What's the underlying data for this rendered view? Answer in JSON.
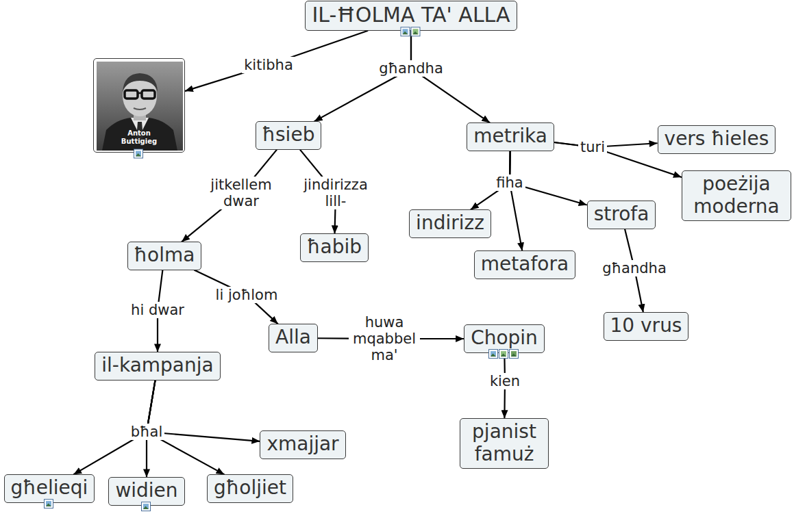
{
  "diagram": {
    "nodes": [
      {
        "text": [
          "IL-ĦOLMA TA' ALLA"
        ]
      },
      {
        "text": [
          "Anton Buttigieg"
        ]
      },
      {
        "text": [
          "ħsieb"
        ]
      },
      {
        "text": [
          "metrika"
        ]
      },
      {
        "text": [
          "vers ħieles"
        ]
      },
      {
        "text": [
          "poeżija moderna"
        ]
      },
      {
        "text": [
          "ħolma"
        ]
      },
      {
        "text": [
          "ħabib"
        ]
      },
      {
        "text": [
          "indirizz"
        ]
      },
      {
        "text": [
          "metafora"
        ]
      },
      {
        "text": [
          "strofa"
        ]
      },
      {
        "text": [
          "Alla"
        ]
      },
      {
        "text": [
          "Chopin"
        ]
      },
      {
        "text": [
          "10 vrus"
        ]
      },
      {
        "text": [
          "il-kampanja"
        ]
      },
      {
        "text": [
          "pjanist famuż"
        ]
      },
      {
        "text": [
          "xmajjar"
        ]
      },
      {
        "text": [
          "għelieqi"
        ]
      },
      {
        "text": [
          "widien"
        ]
      },
      {
        "text": [
          "għoljiet"
        ]
      }
    ],
    "edges": [
      {
        "from": 0,
        "to": 1,
        "arrow": "to",
        "label": "kitibha"
      },
      {
        "from": 0,
        "to": 2,
        "arrow": "to",
        "label": "għandha"
      },
      {
        "from": 0,
        "to": 3,
        "arrow": "to"
      },
      {
        "from": 2,
        "to": 6,
        "arrow": "to",
        "label": "jitkellem dwar"
      },
      {
        "from": 2,
        "to": 7,
        "arrow": "to",
        "label": "jindirizza lill-"
      },
      {
        "from": 3,
        "to": 4,
        "arrow": "to",
        "label": "turi"
      },
      {
        "from": 3,
        "to": 5,
        "arrow": "to"
      },
      {
        "from": 3,
        "to": 8,
        "arrow": "to",
        "label": "fiha"
      },
      {
        "from": 3,
        "to": 9,
        "arrow": "to"
      },
      {
        "from": 3,
        "to": 10,
        "arrow": "to"
      },
      {
        "from": 10,
        "to": 13,
        "arrow": "to",
        "label": "għandha"
      },
      {
        "from": 6,
        "to": 14,
        "arrow": "to",
        "label": "hi dwar"
      },
      {
        "from": 6,
        "to": 11,
        "arrow": "to",
        "label": "li joħlom"
      },
      {
        "from": 11,
        "to": 12,
        "arrow": "to",
        "label": "huwa mqabbel ma'"
      },
      {
        "from": 12,
        "to": 15,
        "arrow": "to",
        "label": "kien"
      },
      {
        "from": 14,
        "to": 16,
        "arrow": "to",
        "label": "bħal"
      },
      {
        "from": 14,
        "to": 17,
        "arrow": "to"
      },
      {
        "from": 14,
        "to": 18,
        "arrow": "to"
      },
      {
        "from": 14,
        "to": 19,
        "arrow": "to"
      }
    ]
  }
}
